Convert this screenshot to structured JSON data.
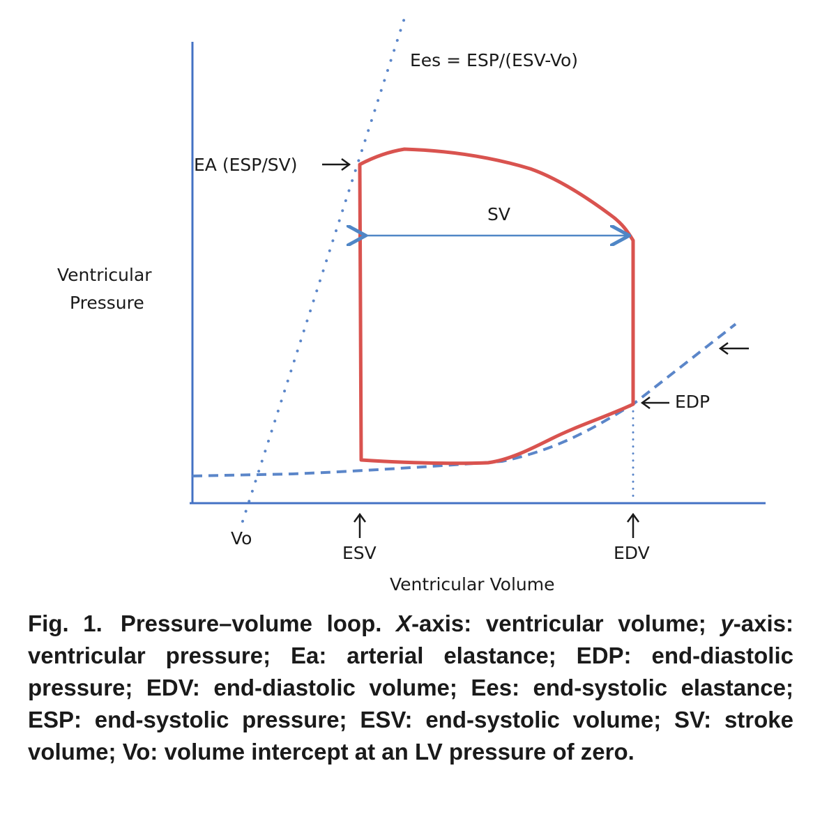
{
  "figure": {
    "axis_y_label_line1": "Ventricular",
    "axis_y_label_line2": "Pressure",
    "axis_x_label": "Ventricular Volume",
    "ees_formula": "Ees = ESP/(ESV-Vo)",
    "ea_label": "EA (ESP/SV)",
    "sv_label": "SV",
    "edp_label": "EDP",
    "vo_label": "Vo",
    "esv_label": "ESV",
    "edv_label": "EDV",
    "colors": {
      "axis": "#4472c4",
      "loop": "#d9534f",
      "edpvr": "#5b86c9",
      "espvr": "#5b86c9",
      "sv_arrow": "#4f86c6",
      "text": "#1a1a1a"
    }
  },
  "caption": {
    "fig_no": "Fig. 1.",
    "part1": "Pressure–volume loop. ",
    "x_italic": "X",
    "part2": "-axis: ventricular volume; ",
    "y_italic": "y",
    "part3": "-axis: ventricular pressure; Ea: arterial elastance; EDP: end-diastolic pressure; EDV: end-diastolic volume; Ees: end-systolic elastance; ESP: end-systolic pressure; ESV: end-systolic volume; SV: stroke volume; Vo: volume intercept at an LV pressure of zero."
  }
}
